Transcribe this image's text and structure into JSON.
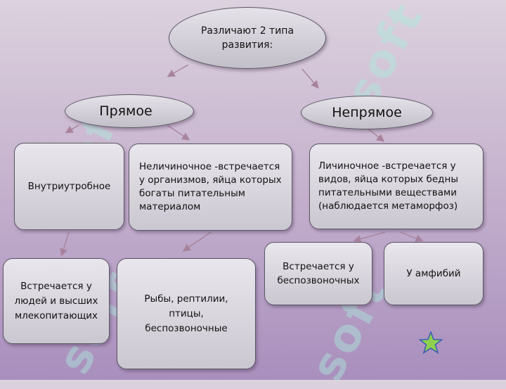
{
  "root": {
    "text": "Различают 2 типа развития:"
  },
  "direct": {
    "label": "Прямое"
  },
  "indirect": {
    "label": "Непрямое"
  },
  "direct_types": {
    "intrauterine": "Внутриутробное",
    "non_larval": "Неличиночное -встречается у организмов, яйца которых богаты питательным материалом"
  },
  "indirect_type": {
    "larval": "Личиночное -встречается у видов, яйца которых бедны питательными веществами (наблюдается метаморфоз)"
  },
  "examples": {
    "humans": "Встречается у людей и высших млекопитающих",
    "fish": "Рыбы, рептилии, птицы, беспозвоночные",
    "invertebrates": "Встречается у беспозвоночных",
    "amphibians": "У амфибий"
  },
  "colors": {
    "star_fill": "#8fd14f",
    "star_stroke": "#3b5fb5",
    "arrow": "#a8849c"
  }
}
